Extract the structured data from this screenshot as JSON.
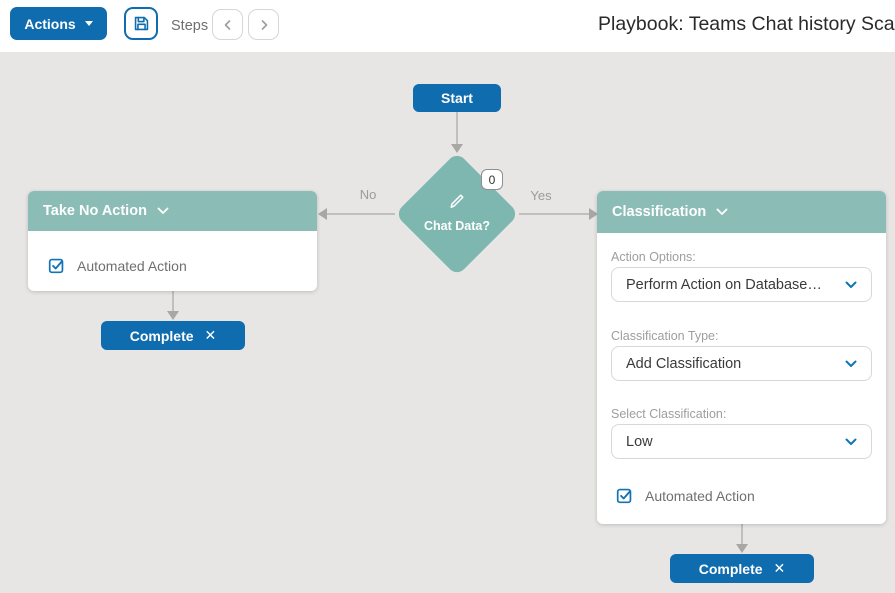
{
  "toolbar": {
    "actions_label": "Actions",
    "steps_label": "Steps"
  },
  "header": {
    "title": "Playbook: Teams Chat history Sca"
  },
  "flow": {
    "start_label": "Start",
    "decision": {
      "label": "Chat Data?",
      "badge_count": "0",
      "no_branch_label": "No",
      "yes_branch_label": "Yes"
    },
    "take_no_action": {
      "title": "Take No Action",
      "automated_action_label": "Automated Action",
      "complete_label": "Complete"
    },
    "classification": {
      "title": "Classification",
      "fields": [
        {
          "label": "Action Options:",
          "value": "Perform Action on Database…"
        },
        {
          "label": "Classification Type:",
          "value": "Add Classification"
        },
        {
          "label": "Select Classification:",
          "value": "Low"
        }
      ],
      "automated_action_label": "Automated Action",
      "complete_label": "Complete"
    }
  },
  "colors": {
    "accent_blue": "#0f6cae",
    "header_teal": "#8bbdb6",
    "diamond_teal": "#7db7af",
    "canvas_bg": "#e7e6e5"
  }
}
